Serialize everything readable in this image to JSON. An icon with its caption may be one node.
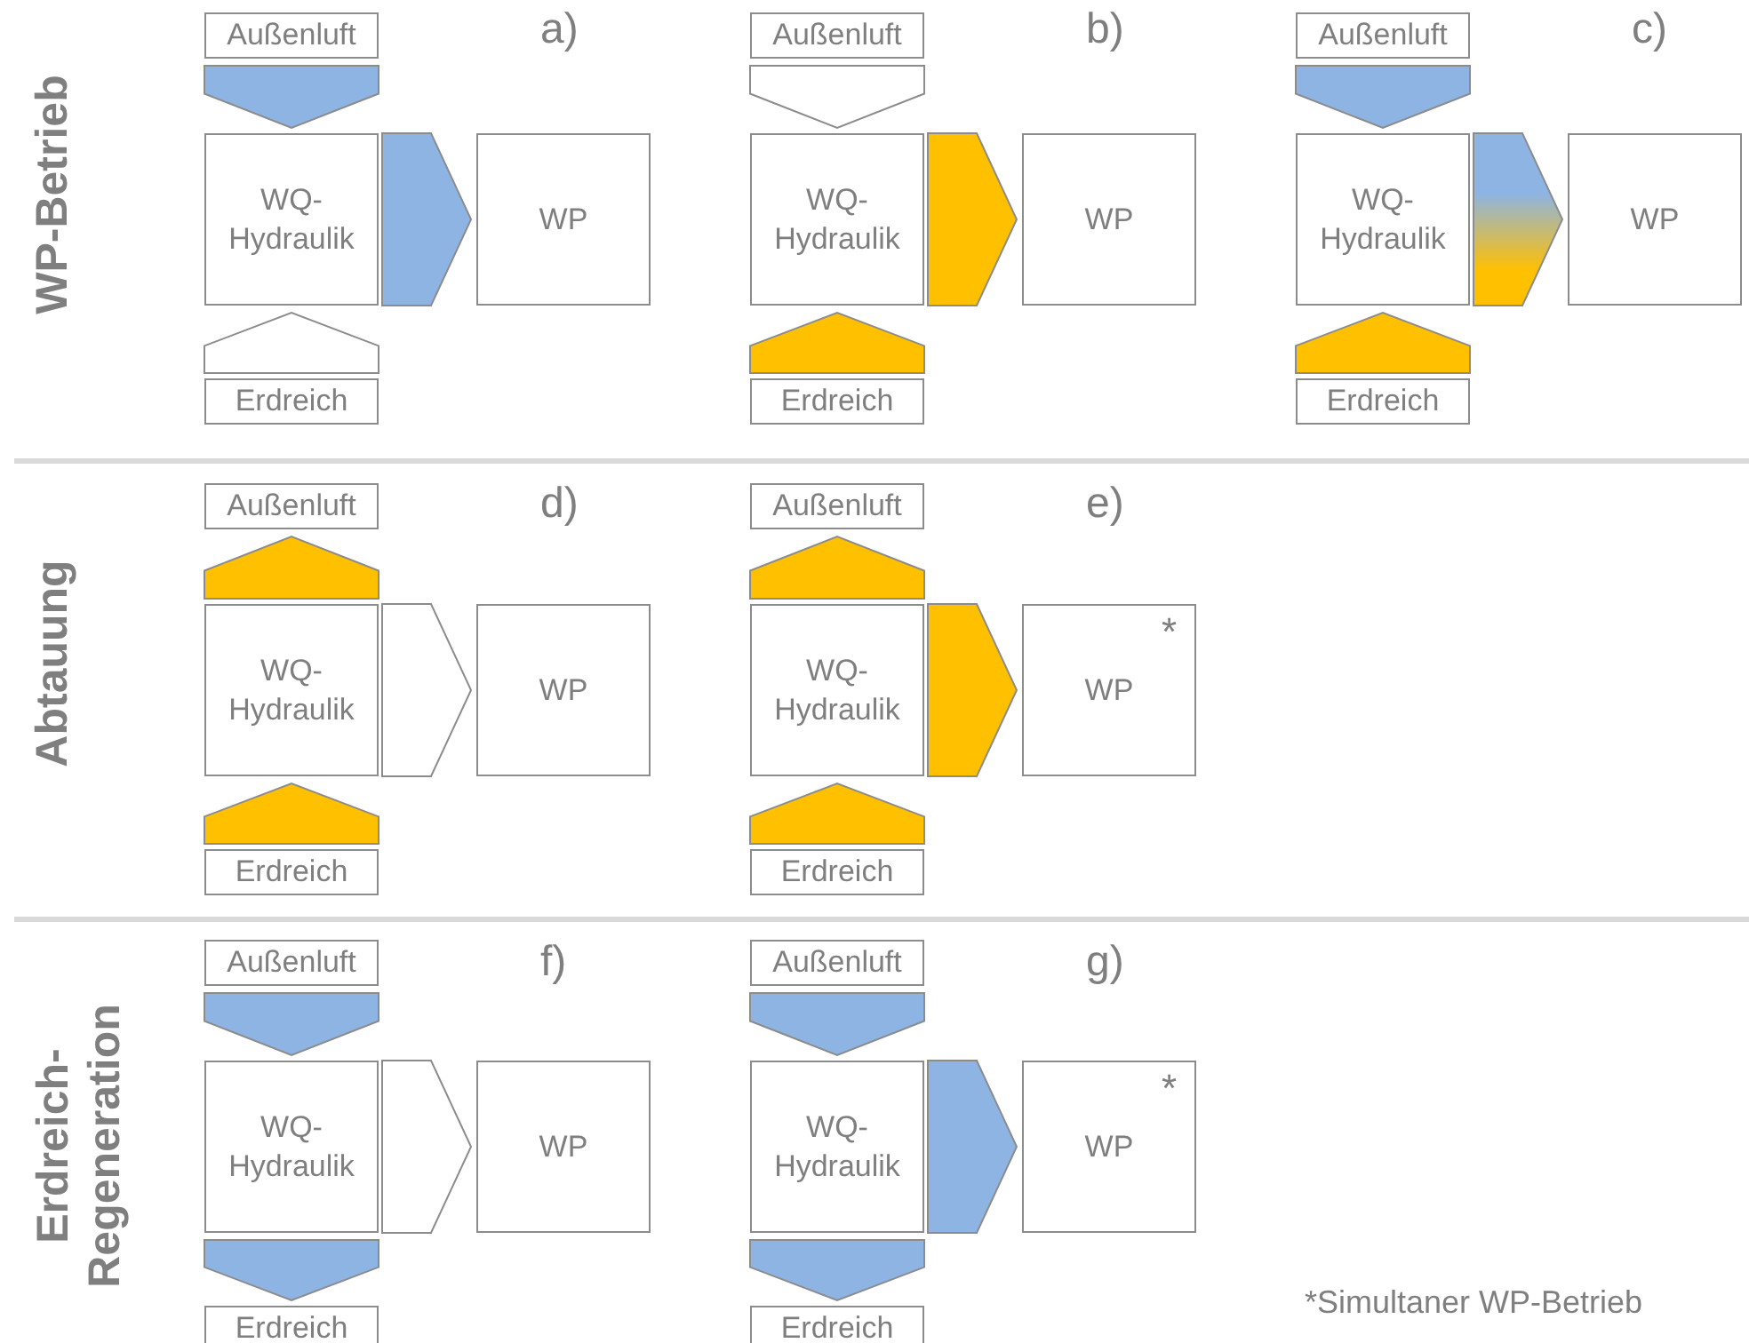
{
  "diagram": {
    "nodes": [
      {
        "text": [
          "Außenluft"
        ]
      },
      {
        "text": [
          "WQ-Hydraulik"
        ]
      },
      {
        "text": [
          "WP"
        ]
      },
      {
        "text": [
          "Erdreich"
        ]
      },
      {
        "text": [
          "Außenluft"
        ]
      },
      {
        "text": [
          "WQ-Hydraulik"
        ]
      },
      {
        "text": [
          "WP"
        ]
      },
      {
        "text": [
          "Erdreich"
        ]
      },
      {
        "text": [
          "Außenluft"
        ]
      },
      {
        "text": [
          "WQ-Hydraulik"
        ]
      },
      {
        "text": [
          "WP"
        ]
      },
      {
        "text": [
          "Erdreich"
        ]
      },
      {
        "text": [
          "Außenluft"
        ]
      },
      {
        "text": [
          "WQ-Hydraulik"
        ]
      },
      {
        "text": [
          "WP"
        ]
      },
      {
        "text": [
          "Erdreich"
        ]
      },
      {
        "text": [
          "Außenluft"
        ]
      },
      {
        "text": [
          "WQ-Hydraulik"
        ]
      },
      {
        "text": [
          "WP",
          "*"
        ]
      },
      {
        "text": [
          "Erdreich"
        ]
      },
      {
        "text": [
          "Außenluft"
        ]
      },
      {
        "text": [
          "WQ-Hydraulik"
        ]
      },
      {
        "text": [
          "WP"
        ]
      },
      {
        "text": [
          "Erdreich"
        ]
      },
      {
        "text": [
          "Außenluft"
        ]
      },
      {
        "text": [
          "WQ-Hydraulik"
        ]
      },
      {
        "text": [
          "WP",
          "*"
        ]
      },
      {
        "text": [
          "Erdreich"
        ]
      }
    ],
    "edges": [
      {
        "from": 0,
        "to": 1,
        "arrow": "to",
        "color": "#8eb4e3"
      },
      {
        "from": 3,
        "to": 1,
        "arrow": "to",
        "color": "#ffffff"
      },
      {
        "from": 1,
        "to": 2,
        "arrow": "to",
        "color": "#8eb4e3"
      },
      {
        "from": 4,
        "to": 5,
        "arrow": "to",
        "color": "#ffffff"
      },
      {
        "from": 7,
        "to": 5,
        "arrow": "to",
        "color": "#ffc000"
      },
      {
        "from": 5,
        "to": 6,
        "arrow": "to",
        "color": "#ffc000"
      },
      {
        "from": 8,
        "to": 9,
        "arrow": "to",
        "color": "#8eb4e3"
      },
      {
        "from": 11,
        "to": 9,
        "arrow": "to",
        "color": "#ffc000"
      },
      {
        "from": 9,
        "to": 10,
        "arrow": "to"
      },
      {
        "from": 13,
        "to": 12,
        "arrow": "to",
        "color": "#ffc000"
      },
      {
        "from": 15,
        "to": 13,
        "arrow": "to",
        "color": "#ffc000"
      },
      {
        "from": 13,
        "to": 14,
        "arrow": "to",
        "color": "#ffffff"
      },
      {
        "from": 17,
        "to": 16,
        "arrow": "to",
        "color": "#ffc000"
      },
      {
        "from": 19,
        "to": 17,
        "arrow": "to",
        "color": "#ffc000"
      },
      {
        "from": 17,
        "to": 18,
        "arrow": "to",
        "color": "#ffc000"
      },
      {
        "from": 20,
        "to": 21,
        "arrow": "to",
        "color": "#8eb4e3"
      },
      {
        "from": 21,
        "to": 23,
        "arrow": "to",
        "color": "#8eb4e3"
      },
      {
        "from": 21,
        "to": 22,
        "arrow": "to",
        "color": "#ffffff"
      },
      {
        "from": 24,
        "to": 25,
        "arrow": "to",
        "color": "#8eb4e3"
      },
      {
        "from": 25,
        "to": 27,
        "arrow": "to",
        "color": "#8eb4e3"
      },
      {
        "from": 25,
        "to": 26,
        "arrow": "to",
        "color": "#8eb4e3"
      }
    ],
    "labels": [
      "WP-Betrieb",
      "a)",
      "b)",
      "c)",
      "Abtauung",
      "d)",
      "e)",
      "Erdreich- Regeneration",
      "f)",
      "g)",
      "*Simultaner WP-Betrieb"
    ]
  }
}
